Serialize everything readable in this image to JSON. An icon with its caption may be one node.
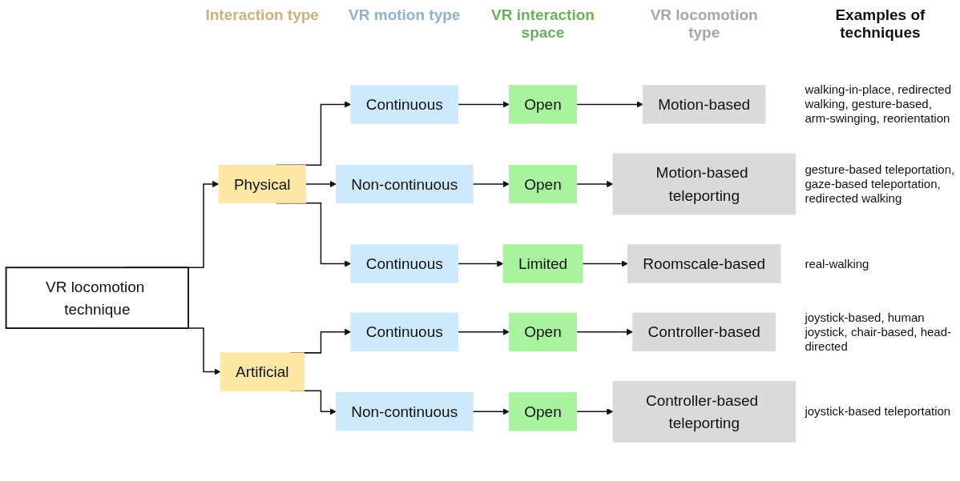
{
  "diagram": {
    "nodes": [
      {
        "text": [
          "VR locomotion technique"
        ]
      },
      {
        "text": [
          "Physical"
        ]
      },
      {
        "text": [
          "Artificial"
        ]
      },
      {
        "text": [
          "Continuous"
        ]
      },
      {
        "text": [
          "Non-continuous"
        ]
      },
      {
        "text": [
          "Continuous"
        ]
      },
      {
        "text": [
          "Continuous"
        ]
      },
      {
        "text": [
          "Non-continuous"
        ]
      },
      {
        "text": [
          "Open"
        ]
      },
      {
        "text": [
          "Open"
        ]
      },
      {
        "text": [
          "Limited"
        ]
      },
      {
        "text": [
          "Open"
        ]
      },
      {
        "text": [
          "Open"
        ]
      },
      {
        "text": [
          "Motion-based"
        ],
        "beside": [
          "walking-in-place, redirected walking, gesture-based, arm-swinging, reorientation"
        ]
      },
      {
        "text": [
          "Motion-based teleporting"
        ],
        "beside": [
          "gesture-based teleportation, gaze-based teleportation, redirected walking"
        ]
      },
      {
        "text": [
          "Roomscale-based"
        ],
        "beside": [
          "real-walking"
        ]
      },
      {
        "text": [
          "Controller-based"
        ],
        "beside": [
          "joystick-based, human joystick, chair-based, head-directed"
        ]
      },
      {
        "text": [
          "Controller-based teleporting"
        ],
        "beside": [
          "joystick-based teleportation"
        ]
      }
    ],
    "edges": [
      {
        "from": 0,
        "to": 1,
        "arrow": "to"
      },
      {
        "from": 0,
        "to": 2,
        "arrow": "to"
      },
      {
        "from": 1,
        "to": 3,
        "arrow": "to"
      },
      {
        "from": 1,
        "to": 4,
        "arrow": "to"
      },
      {
        "from": 1,
        "to": 5,
        "arrow": "to"
      },
      {
        "from": 2,
        "to": 6,
        "arrow": "to"
      },
      {
        "from": 2,
        "to": 7,
        "arrow": "to"
      },
      {
        "from": 3,
        "to": 8,
        "arrow": "to"
      },
      {
        "from": 4,
        "to": 9,
        "arrow": "to"
      },
      {
        "from": 5,
        "to": 10,
        "arrow": "to"
      },
      {
        "from": 6,
        "to": 11,
        "arrow": "to"
      },
      {
        "from": 7,
        "to": 12,
        "arrow": "to"
      },
      {
        "from": 8,
        "to": 13,
        "arrow": "to"
      },
      {
        "from": 9,
        "to": 14,
        "arrow": "to"
      },
      {
        "from": 10,
        "to": 15,
        "arrow": "to"
      },
      {
        "from": 11,
        "to": 16,
        "arrow": "to"
      },
      {
        "from": 12,
        "to": 17,
        "arrow": "to"
      }
    ],
    "labels": [
      "Interaction type",
      "VR motion type",
      "VR interaction space",
      "VR locomotion type",
      "Examples of techniques"
    ]
  }
}
